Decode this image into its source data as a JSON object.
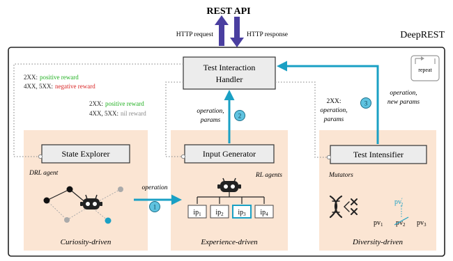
{
  "header": {
    "api_title": "REST API",
    "http_request": "HTTP request",
    "http_response": "HTTP response",
    "system_name": "DeepREST"
  },
  "repeat_label": "repeat",
  "handler": {
    "line1": "Test Interaction",
    "line2": "Handler"
  },
  "rewards_left": {
    "line1_code": "2XX:",
    "line1_text": "positive reward",
    "line2_code": "4XX, 5XX:",
    "line2_text": "negative reward"
  },
  "rewards_mid": {
    "line1_code": "2XX:",
    "line1_text": "positive reward",
    "line2_code": "4XX, 5XX:",
    "line2_text": "nil reward"
  },
  "label_op_params": {
    "line1": "operation,",
    "line2": "params"
  },
  "label_2xx_right": {
    "line1": "2XX:",
    "line2": "operation,",
    "line3": "params"
  },
  "label_op_new_params": {
    "line1": "operation,",
    "line2": "new params"
  },
  "label_operation": "operation",
  "step_numbers": [
    "1",
    "2",
    "3"
  ],
  "modules": [
    {
      "title": "State Explorer",
      "subtitle": "DRL agent",
      "caption": "Curiosity-driven"
    },
    {
      "title": "Input Generator",
      "subtitle": "RL agents",
      "caption": "Experience-driven"
    },
    {
      "title": "Test Intensifier",
      "subtitle": "Mutators",
      "caption": "Diversity-driven"
    }
  ],
  "ip_labels": [
    "ip",
    "ip",
    "ip",
    "ip"
  ],
  "ip_subs": [
    "1",
    "2",
    "3",
    "4"
  ],
  "pv": {
    "base": "pv",
    "subs": [
      "1",
      "2",
      "3"
    ],
    "top_sub": "2",
    "top_prime": "′"
  },
  "colors": {
    "panel": "#fbe5d3",
    "accent": "#1aa0c4",
    "arrow_api": "#4a3fa0",
    "positive": "#22b122",
    "negative": "#d92626",
    "nil": "#8a8a8a",
    "selected_ip": "#1aa0c4"
  }
}
